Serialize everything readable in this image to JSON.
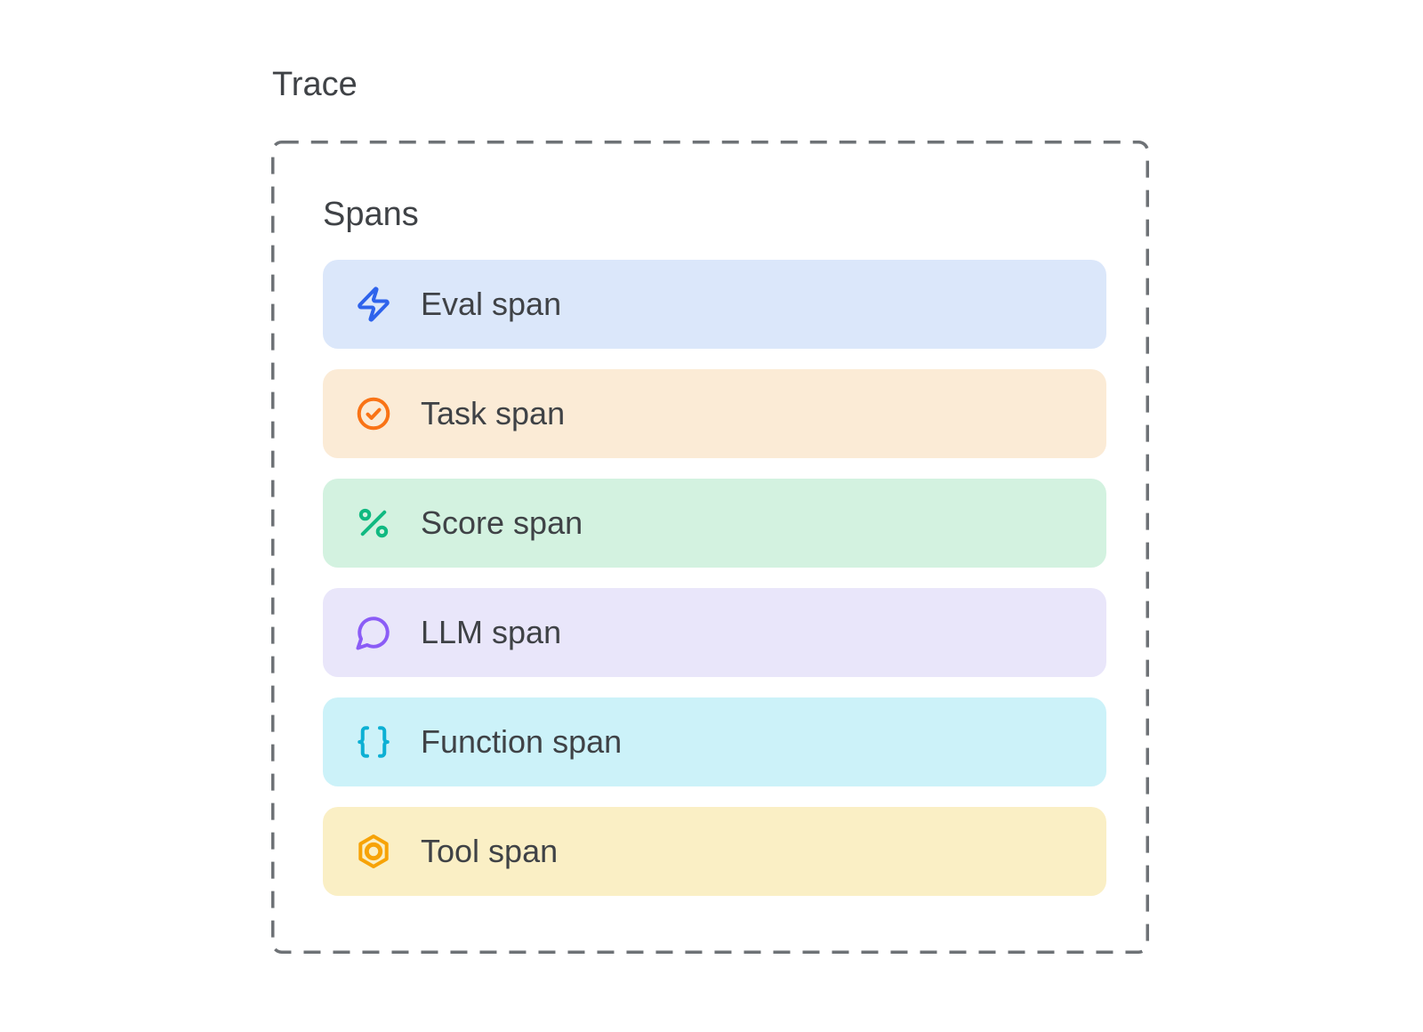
{
  "page": {
    "title": "Trace"
  },
  "trace_box": {
    "heading": "Spans",
    "spans": [
      {
        "id": "eval",
        "label": "Eval span",
        "icon": "zap-icon",
        "bg": "#dbe7fa",
        "icon_color": "#2e63ec"
      },
      {
        "id": "task",
        "label": "Task span",
        "icon": "circle-check-icon",
        "bg": "#fbebd6",
        "icon_color": "#f97316"
      },
      {
        "id": "score",
        "label": "Score span",
        "icon": "percent-icon",
        "bg": "#d3f2e0",
        "icon_color": "#10b981"
      },
      {
        "id": "llm",
        "label": "LLM span",
        "icon": "message-circle-icon",
        "bg": "#e9e6fa",
        "icon_color": "#8b5cf6"
      },
      {
        "id": "function",
        "label": "Function span",
        "icon": "braces-icon",
        "bg": "#ccf2f9",
        "icon_color": "#0cb0d4"
      },
      {
        "id": "tool",
        "label": "Tool span",
        "icon": "nut-icon",
        "bg": "#faefc5",
        "icon_color": "#f7a307"
      }
    ]
  },
  "colors": {
    "background": "#ffffff",
    "text": "#3f4246",
    "dashed_border": "#6e7276"
  }
}
